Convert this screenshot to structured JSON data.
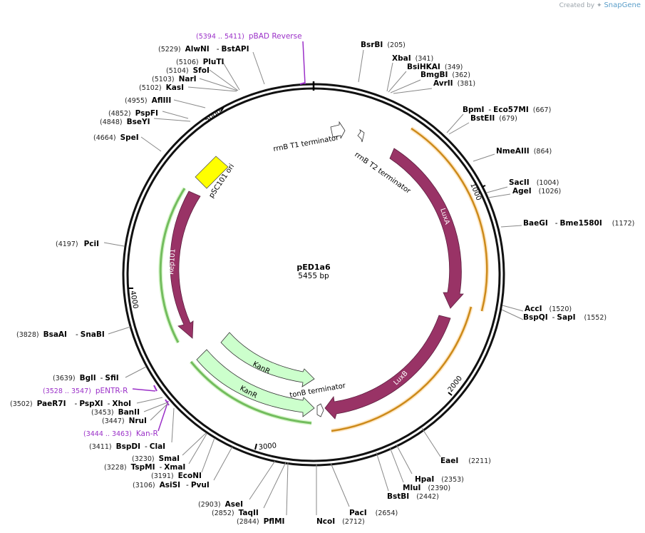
{
  "credit": {
    "prefix": "Created by",
    "brand": "SnapGene",
    "logo_icon": "snapgene-logo-icon"
  },
  "plasmid": {
    "name": "pED1a6",
    "length": "5455 bp"
  },
  "ruler": [
    "1000",
    "2000",
    "3000",
    "4000",
    "5000"
  ],
  "features": {
    "luxA": "LuxA",
    "luxB": "LuxB",
    "rep101": "Rep101",
    "kanR_inner": "KanR",
    "kanR_outer": "KanR",
    "psc101": "pSC101 ori",
    "rrnb_t1": "rrnB T1 terminator",
    "rrnb_t2": "rrnB T2 terminator",
    "tonb": "tonB terminator"
  },
  "primers": [
    {
      "range": "(5394 .. 5411)",
      "name": "pBAD Reverse"
    },
    {
      "range": "(3528 .. 3547)",
      "name": "pENTR-R"
    },
    {
      "range": "(3444 .. 3463)",
      "name": "Kan-R"
    }
  ],
  "sites": [
    {
      "name": "BsrBI",
      "pos": "(205)"
    },
    {
      "name": "XbaI",
      "pos": "(341)"
    },
    {
      "name": "BsiHKAI",
      "pos": "(349)"
    },
    {
      "name": "BmgBI",
      "pos": "(362)"
    },
    {
      "name": "AvrII",
      "pos": "(381)"
    },
    {
      "name": "BpmI",
      "name2": "Eco57MI",
      "pos": "(667)"
    },
    {
      "name": "BstEII",
      "pos": "(679)"
    },
    {
      "name": "NmeAIII",
      "pos": "(864)"
    },
    {
      "name": "SacII",
      "pos": "(1004)"
    },
    {
      "name": "AgeI",
      "pos": "(1026)"
    },
    {
      "name": "BaeGI",
      "name2": "Bme1580I",
      "pos": "(1172)"
    },
    {
      "name": "AccI",
      "pos": "(1520)"
    },
    {
      "name": "BspQI",
      "name2": "SapI",
      "pos": "(1552)"
    },
    {
      "name": "EaeI",
      "pos": "(2211)"
    },
    {
      "name": "HpaI",
      "pos": "(2353)"
    },
    {
      "name": "MluI",
      "pos": "(2390)"
    },
    {
      "name": "BstBI",
      "pos": "(2442)"
    },
    {
      "name": "PacI",
      "pos": "(2654)"
    },
    {
      "name": "NcoI",
      "pos": "(2712)"
    },
    {
      "name": "PflMI",
      "pos": "(2844)"
    },
    {
      "name": "TaqII",
      "pos": "(2852)"
    },
    {
      "name": "AseI",
      "pos": "(2903)"
    },
    {
      "name": "AsiSI",
      "name2": "PvuI",
      "pos": "(3106)"
    },
    {
      "name": "EcoNI",
      "pos": "(3191)"
    },
    {
      "name": "TspMI",
      "name2": "XmaI",
      "pos": "(3228)"
    },
    {
      "name": "SmaI",
      "pos": "(3230)"
    },
    {
      "name": "BspDI",
      "name2": "ClaI",
      "pos": "(3411)"
    },
    {
      "name": "NruI",
      "pos": "(3447)"
    },
    {
      "name": "BanII",
      "pos": "(3453)"
    },
    {
      "name": "PaeR7I",
      "name2": "PspXI",
      "name3": "XhoI",
      "pos": "(3502)"
    },
    {
      "name": "BglI",
      "name2": "SfiI",
      "pos": "(3639)"
    },
    {
      "name": "BsaAI",
      "name2": "SnaBI",
      "pos": "(3828)"
    },
    {
      "name": "PciI",
      "pos": "(4197)"
    },
    {
      "name": "SpeI",
      "pos": "(4664)"
    },
    {
      "name": "BseYI",
      "pos": "(4848)"
    },
    {
      "name": "PspFI",
      "pos": "(4852)"
    },
    {
      "name": "AflIII",
      "pos": "(4955)"
    },
    {
      "name": "KasI",
      "pos": "(5102)"
    },
    {
      "name": "NarI",
      "pos": "(5103)"
    },
    {
      "name": "SfoI",
      "pos": "(5104)"
    },
    {
      "name": "PluTI",
      "pos": "(5106)"
    },
    {
      "name": "AlwNI",
      "name2": "BstAPI",
      "pos": "(5229)"
    }
  ]
}
